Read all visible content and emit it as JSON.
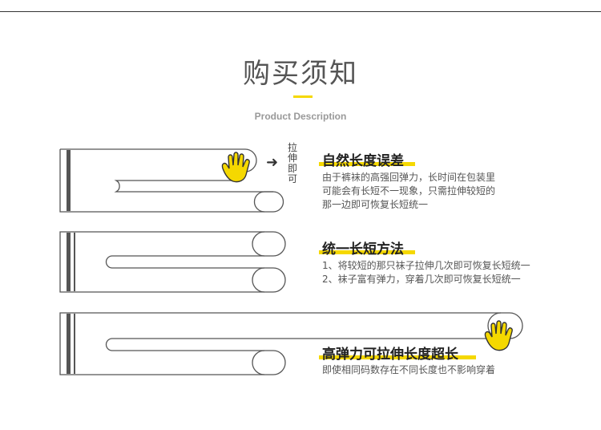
{
  "page": {
    "title": "购买须知",
    "subtitle": "Product Description",
    "accent_color": "#f5d800"
  },
  "arrow_icon": "right-arrow-icon",
  "vertical_label": "拉伸即可",
  "sections": [
    {
      "heading": "自然长度误差",
      "lines": [
        "由于裤袜的高强回弹力，长时间在包装里",
        "可能会有长短不一现象，只需拉伸较短的",
        "那一边即可恢复长短统一"
      ],
      "icon": "hand-pull-icon"
    },
    {
      "heading": "统一长短方法",
      "lines": [
        "1、将较短的那只袜子拉伸几次即可恢复长短统一",
        "2、袜子富有弹力，穿着几次即可恢复长短统一"
      ]
    },
    {
      "heading": "高弹力可拉伸长度超长",
      "lines": [
        "即使相同码数存在不同长度也不影响穿着"
      ],
      "icon": "hand-pull-icon"
    }
  ]
}
